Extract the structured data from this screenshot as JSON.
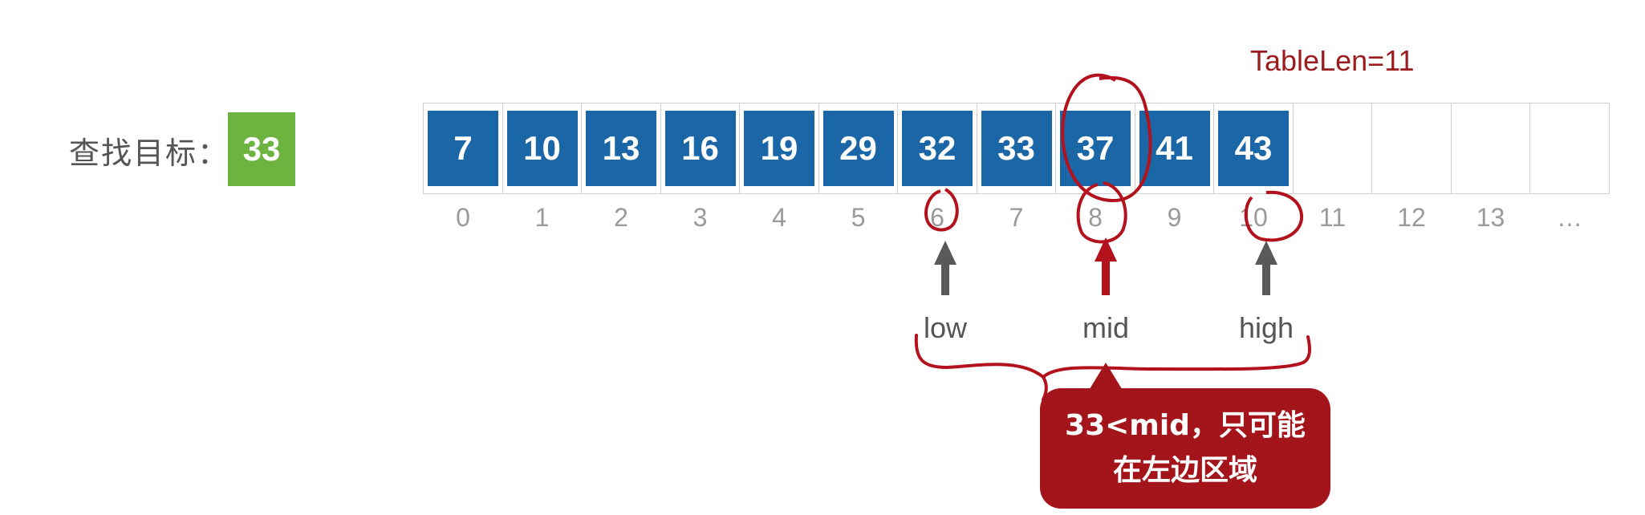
{
  "target": {
    "label": "查找目标：",
    "value": "33"
  },
  "table_len": "TableLen=11",
  "array": {
    "values": [
      "7",
      "10",
      "13",
      "16",
      "19",
      "29",
      "32",
      "33",
      "37",
      "41",
      "43",
      "",
      "",
      "",
      ""
    ],
    "indices": [
      "0",
      "1",
      "2",
      "3",
      "4",
      "5",
      "6",
      "7",
      "8",
      "9",
      "10",
      "11",
      "12",
      "13",
      "…"
    ]
  },
  "pointers": {
    "low": {
      "label": "low",
      "index": 6
    },
    "mid": {
      "label": "mid",
      "index": 8
    },
    "high": {
      "label": "high",
      "index": 10
    }
  },
  "callout": {
    "line1": "33<mid，只可能",
    "line2": "在左边区域"
  },
  "colors": {
    "cell_fill": "#1a66a6",
    "target_fill": "#6cb33f",
    "annotation_red": "#b3121d",
    "callout_fill": "#a3151b",
    "arrow_gray": "#595959"
  }
}
